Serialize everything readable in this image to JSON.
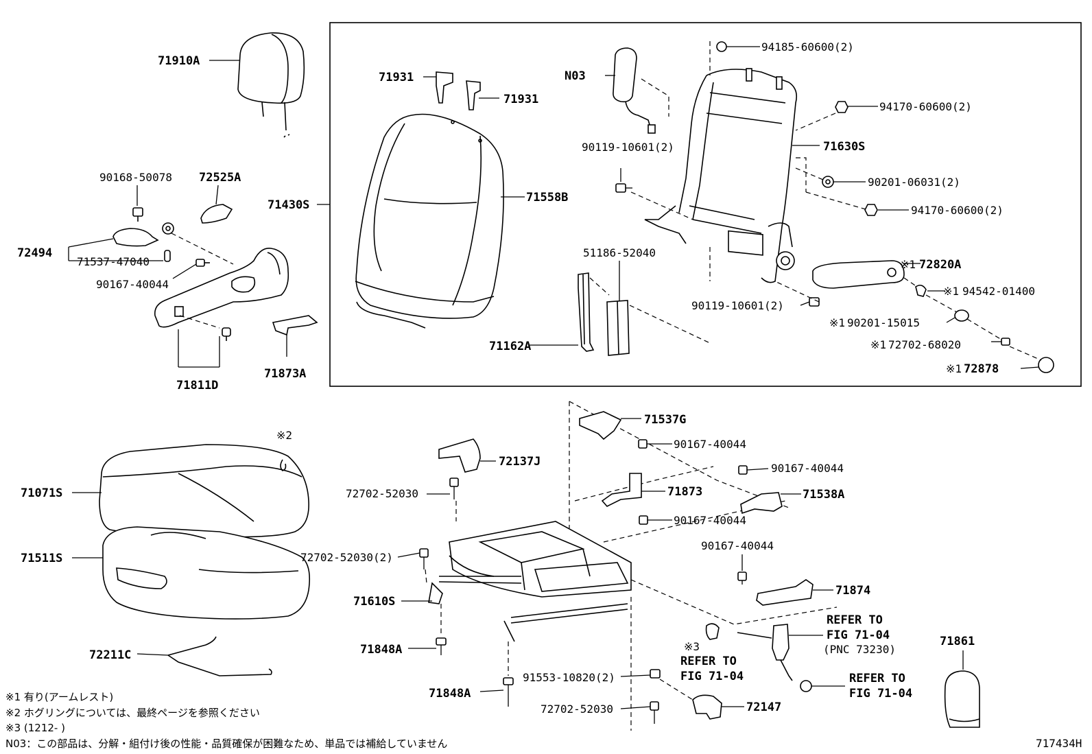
{
  "labels": {
    "p71910A": "71910A",
    "p90168_50078": "90168-50078",
    "p72525A": "72525A",
    "p72494": "72494",
    "p71537_47040": "71537-47040",
    "p90167_40044_a": "90167-40044",
    "p71430S": "71430S",
    "p71811D": "71811D",
    "p71873A": "71873A",
    "p71931_a": "71931",
    "p71931_b": "71931",
    "p71558B": "71558B",
    "pN03": "N03",
    "p94185_60600": "94185-60600(2)",
    "p94170_60600_a": "94170-60600(2)",
    "p90119_10601_a": "90119-10601(2)",
    "p71630S": "71630S",
    "p90201_06031": "90201-06031(2)",
    "p94170_60600_b": "94170-60600(2)",
    "p51186_52040": "51186-52040",
    "p72820A": "72820A",
    "p90119_10601_b": "90119-10601(2)",
    "p94542_01400": "94542-01400",
    "p90201_15015": "90201-15015",
    "p72702_68020": "72702-68020",
    "p71162A": "71162A",
    "p72878": "72878",
    "mark1": "※1",
    "mark2": "※2",
    "mark3": "※3",
    "p71537G": "71537G",
    "p90167_40044_b": "90167-40044",
    "p72137J": "72137J",
    "p90167_40044_c": "90167-40044",
    "p72702_52030_a": "72702-52030",
    "p71873": "71873",
    "p71538A": "71538A",
    "p90167_40044_d": "90167-40044",
    "p71071S": "71071S",
    "p90167_40044_e": "90167-40044",
    "p71511S": "71511S",
    "p72702_52030_2": "72702-52030(2)",
    "p71874": "71874",
    "p71610S": "71610S",
    "refer_to_a": "REFER TO",
    "fig_71_04_a": "FIG 71-04",
    "pnc_73230": "(PNC 73230)",
    "p71861": "71861",
    "p71848A_a": "71848A",
    "p72211C": "72211C",
    "refer_to_b": "REFER TO",
    "fig_71_04_b": "FIG 71-04",
    "refer_to_c": "REFER TO",
    "fig_71_04_c": "FIG 71-04",
    "p91553_10820": "91553-10820(2)",
    "p71848A_b": "71848A",
    "p72702_52030_b": "72702-52030",
    "p72147": "72147",
    "figure_id": "717434H"
  },
  "notes": [
    "※1 有り(アームレスト)",
    "※2 ホグリングについては、最終ページを参照ください",
    "※3 (1212-       )",
    "N03：この部品は、分解・組付け後の性能・品質確保が困難なため、単品では補給していません"
  ]
}
